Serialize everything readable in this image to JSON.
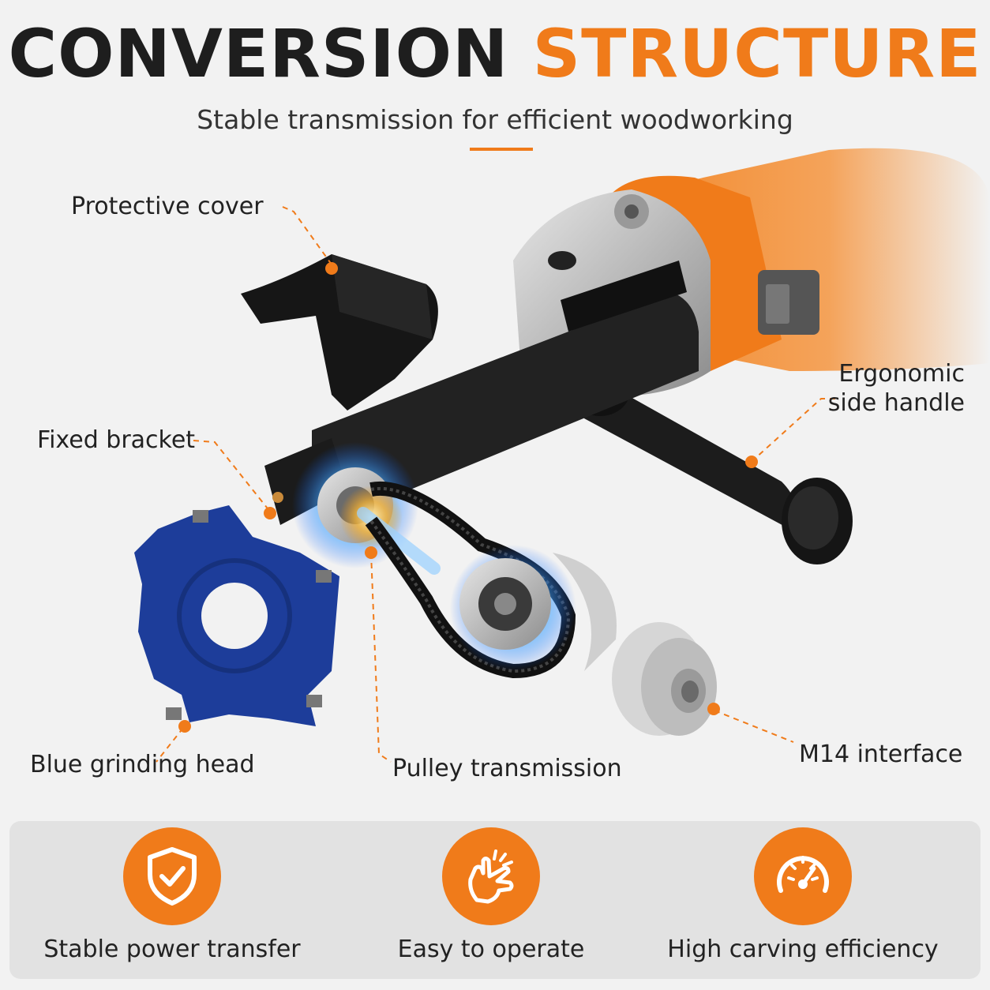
{
  "header": {
    "title_dark": "CONVERSION",
    "title_accent": "STRUCTURE",
    "subtitle": "Stable transmission for efficient woodworking"
  },
  "callouts": {
    "protective_cover": "Protective cover",
    "ergonomic_line1": "Ergonomic",
    "ergonomic_line2": "side handle",
    "fixed_bracket": "Fixed bracket",
    "blue_head": "Blue grinding head",
    "pulley": "Pulley transmission",
    "m14": "M14 interface"
  },
  "features": [
    {
      "label": "Stable power transfer",
      "icon": "shield-check-icon"
    },
    {
      "label": "Easy to operate",
      "icon": "hand-snap-icon"
    },
    {
      "label": "High carving efficiency",
      "icon": "speedometer-icon"
    }
  ],
  "colors": {
    "accent": "#f07b1a",
    "dark": "#1e1e1e",
    "grinder_body": "#f2913c",
    "blade": "#1d3d9a",
    "background": "#f2f2f2"
  }
}
